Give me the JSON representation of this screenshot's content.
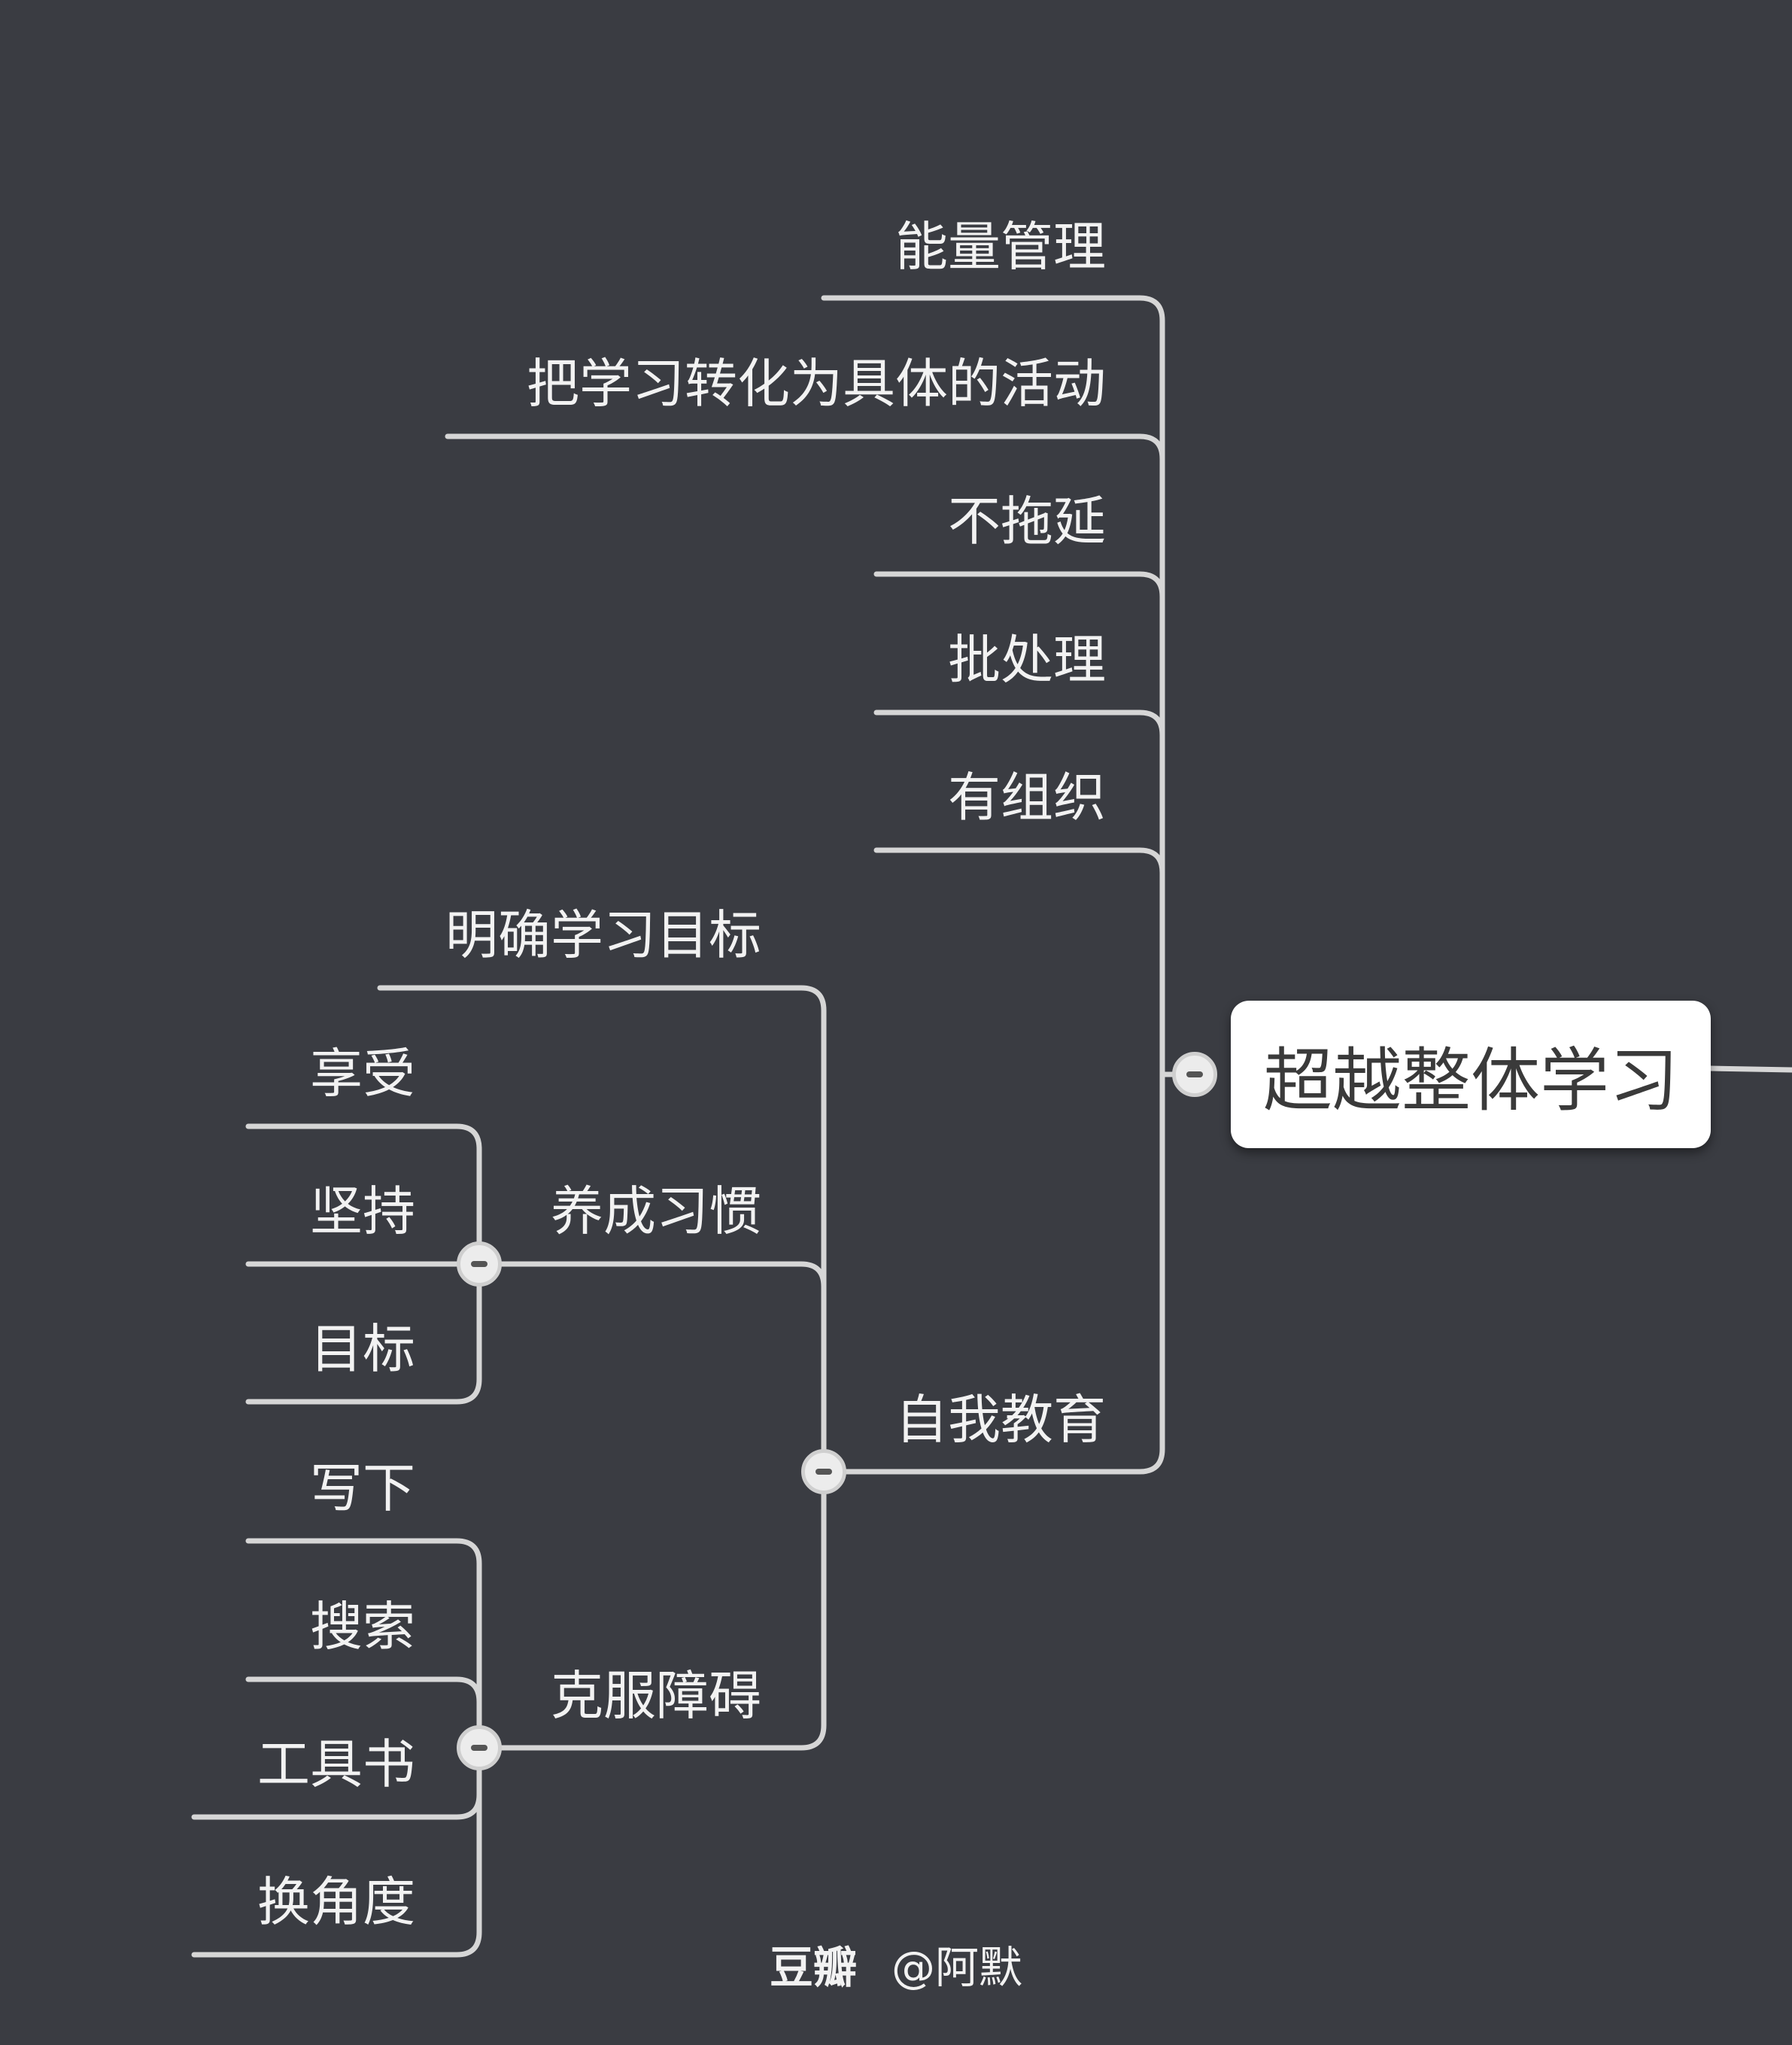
{
  "root": {
    "label": "超越整体学习"
  },
  "branches": {
    "b1": "能量管理",
    "b2": "把学习转化为具体的活动",
    "b3": "不拖延",
    "b4": "批处理",
    "b5": "有组织",
    "b6": {
      "label": "自我教育",
      "children": {
        "c1": "明确学习目标",
        "c2": {
          "label": "养成习惯",
          "children": {
            "d1": "享受",
            "d2": "坚持",
            "d3": "目标"
          }
        },
        "c3": {
          "label": "克服障碍",
          "children": {
            "e1": "写下",
            "e2": "搜索",
            "e3": "工具书",
            "e4": "换角度"
          }
        }
      }
    }
  },
  "icons": {
    "collapse": "minus-circle-icon"
  },
  "watermark": {
    "brand": "豆瓣",
    "author": "@阿默"
  }
}
